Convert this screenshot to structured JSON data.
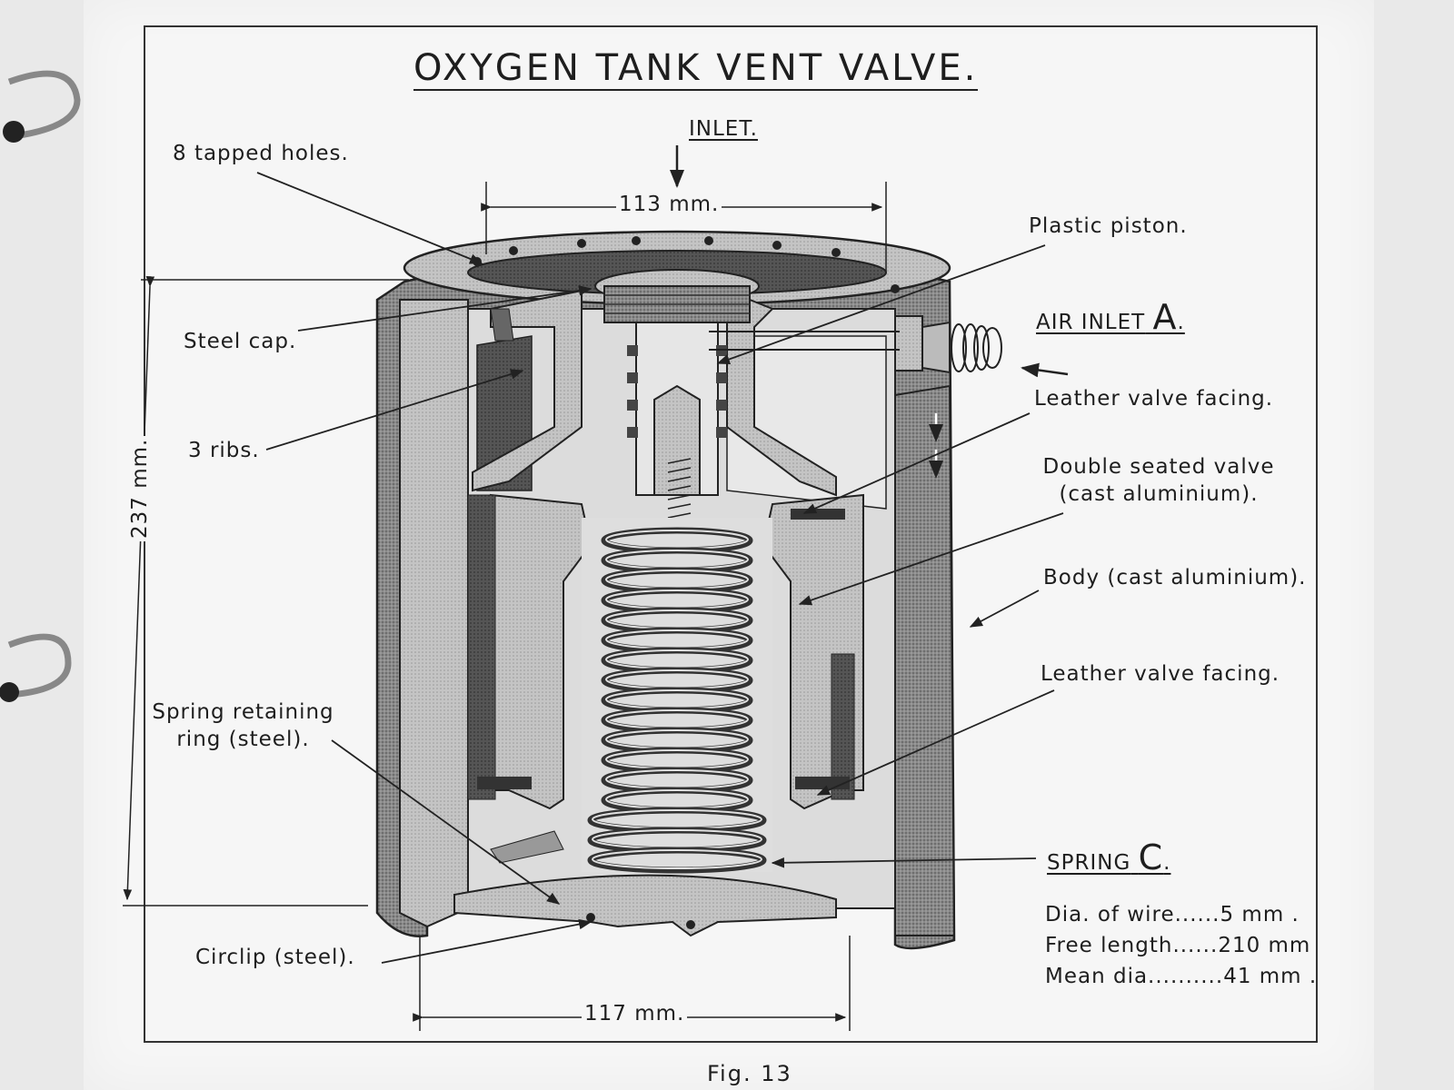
{
  "title": "OXYGEN TANK VENT VALVE.",
  "inlet": "INLET.",
  "dimensions": {
    "top_width": "113 mm.",
    "bottom_width": "117 mm.",
    "height": "237 mm."
  },
  "labels": {
    "tapped_holes": "8 tapped holes.",
    "steel_cap": "Steel cap.",
    "ribs": "3 ribs.",
    "spring_ring_1": "Spring retaining",
    "spring_ring_2": "ring (steel).",
    "circlip": "Circlip (steel).",
    "plastic_piston": "Plastic piston.",
    "air_inlet": "AIR INLET",
    "air_inlet_letter": "A",
    "air_inlet_end": ".",
    "leather_facing_1": "Leather valve facing.",
    "double_valve_1": "Double seated valve",
    "double_valve_2": "(cast aluminium).",
    "body": "Body (cast aluminium).",
    "leather_facing_2": "Leather valve facing.",
    "spring": "SPRING",
    "spring_letter": "C",
    "spring_end": "."
  },
  "spring_specs": [
    {
      "label": "Dia. of wire",
      "leader": "......",
      "value": "5 mm ."
    },
    {
      "label": "Free length",
      "leader": "......",
      "value": "210 mm"
    },
    {
      "label": "Mean dia.",
      "leader": ".........",
      "value": "41 mm ."
    }
  ],
  "figure_caption": "Fig. 13"
}
